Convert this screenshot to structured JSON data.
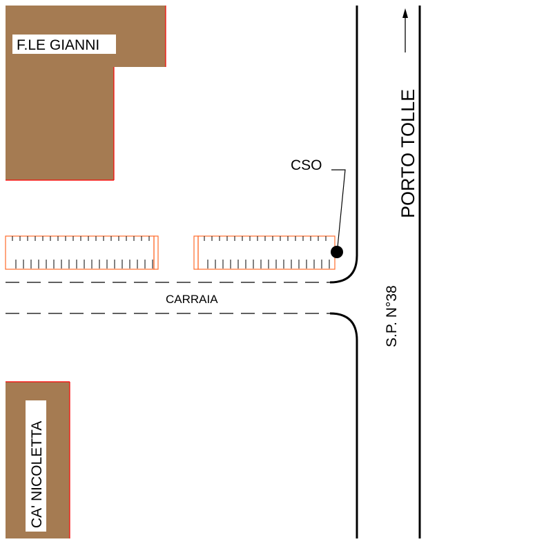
{
  "colors": {
    "building_fill": "#a57b52",
    "building_edge": "#ff0000",
    "road_line": "#000000",
    "ditch_edge": "#ff6a2a",
    "label_bg": "#ffffff"
  },
  "labels": {
    "building_north": "F.LE GIANNI",
    "building_south": "CA' NICOLETTA",
    "side_road": "CARRAIA",
    "main_road": "S.P. N°38",
    "direction": "PORTO TOLLE",
    "point": "CSO"
  },
  "icons": {
    "direction_arrow": "arrow-up-icon",
    "point_marker": "filled-circle-icon"
  }
}
